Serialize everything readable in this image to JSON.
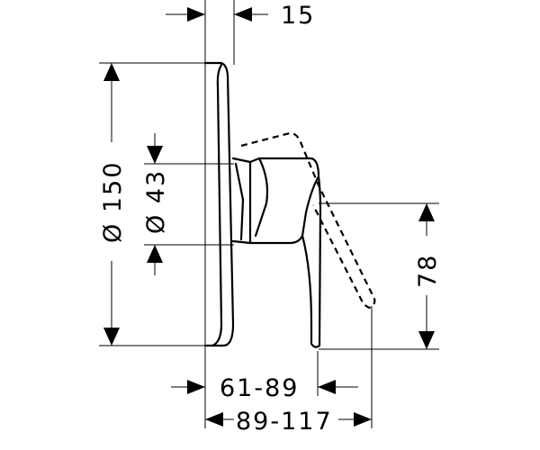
{
  "dimensions": {
    "depth_plate": "15",
    "diameter_plate": "Ø 150",
    "diameter_body": "Ø 43",
    "height_lever": "78",
    "projection_min": "61-89",
    "projection_max": "89-117"
  }
}
